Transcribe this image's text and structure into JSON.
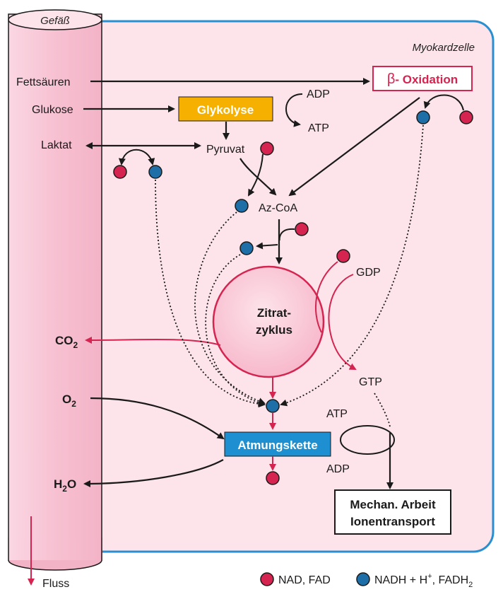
{
  "vessel": {
    "label": "Gefäß",
    "flow_label": "Fluss"
  },
  "cell": {
    "label": "Myokardzelle"
  },
  "inputs": {
    "fatty_acids": "Fettsäuren",
    "glucose": "Glukose",
    "lactate": "Laktat"
  },
  "boxes": {
    "beta_oxidation_symbol": "β",
    "beta_oxidation_text": "- Oxidation",
    "glycolysis": "Glykolyse",
    "respiratory_chain": "Atmungskette",
    "work_line1": "Mechan. Arbeit",
    "work_line2": "Ionentransport"
  },
  "metabolites": {
    "pyruvate": "Pyruvat",
    "acetyl_coa": "Az-CoA",
    "citric_cycle_line1": "Zitrat-",
    "citric_cycle_line2": "zyklus",
    "adp_glycolysis": "ADP",
    "atp_glycolysis": "ATP",
    "gdp": "GDP",
    "gtp": "GTP",
    "atp_chain": "ATP",
    "adp_chain": "ADP"
  },
  "gases": {
    "co2_main": "CO",
    "co2_sub": "2",
    "o2_main": "O",
    "o2_sub": "2",
    "h2o_main": "H",
    "h2o_sub": "2",
    "h2o_tail": "O"
  },
  "legend": {
    "oxidized": "NAD, FAD",
    "reduced_pre": "NADH + H",
    "reduced_sup": "+",
    "reduced_mid": ", FADH",
    "reduced_sub": "2"
  },
  "colors": {
    "oxidized": "#d4244f",
    "reduced": "#1e6fa8",
    "cell_fill": "#fde3ea",
    "cell_border": "#2a8fd0",
    "vessel_fill": "#f9c9d8",
    "accent": "#d4244f",
    "glycolysis_box": "#f5b000",
    "chain_box": "#1e8fd0"
  }
}
